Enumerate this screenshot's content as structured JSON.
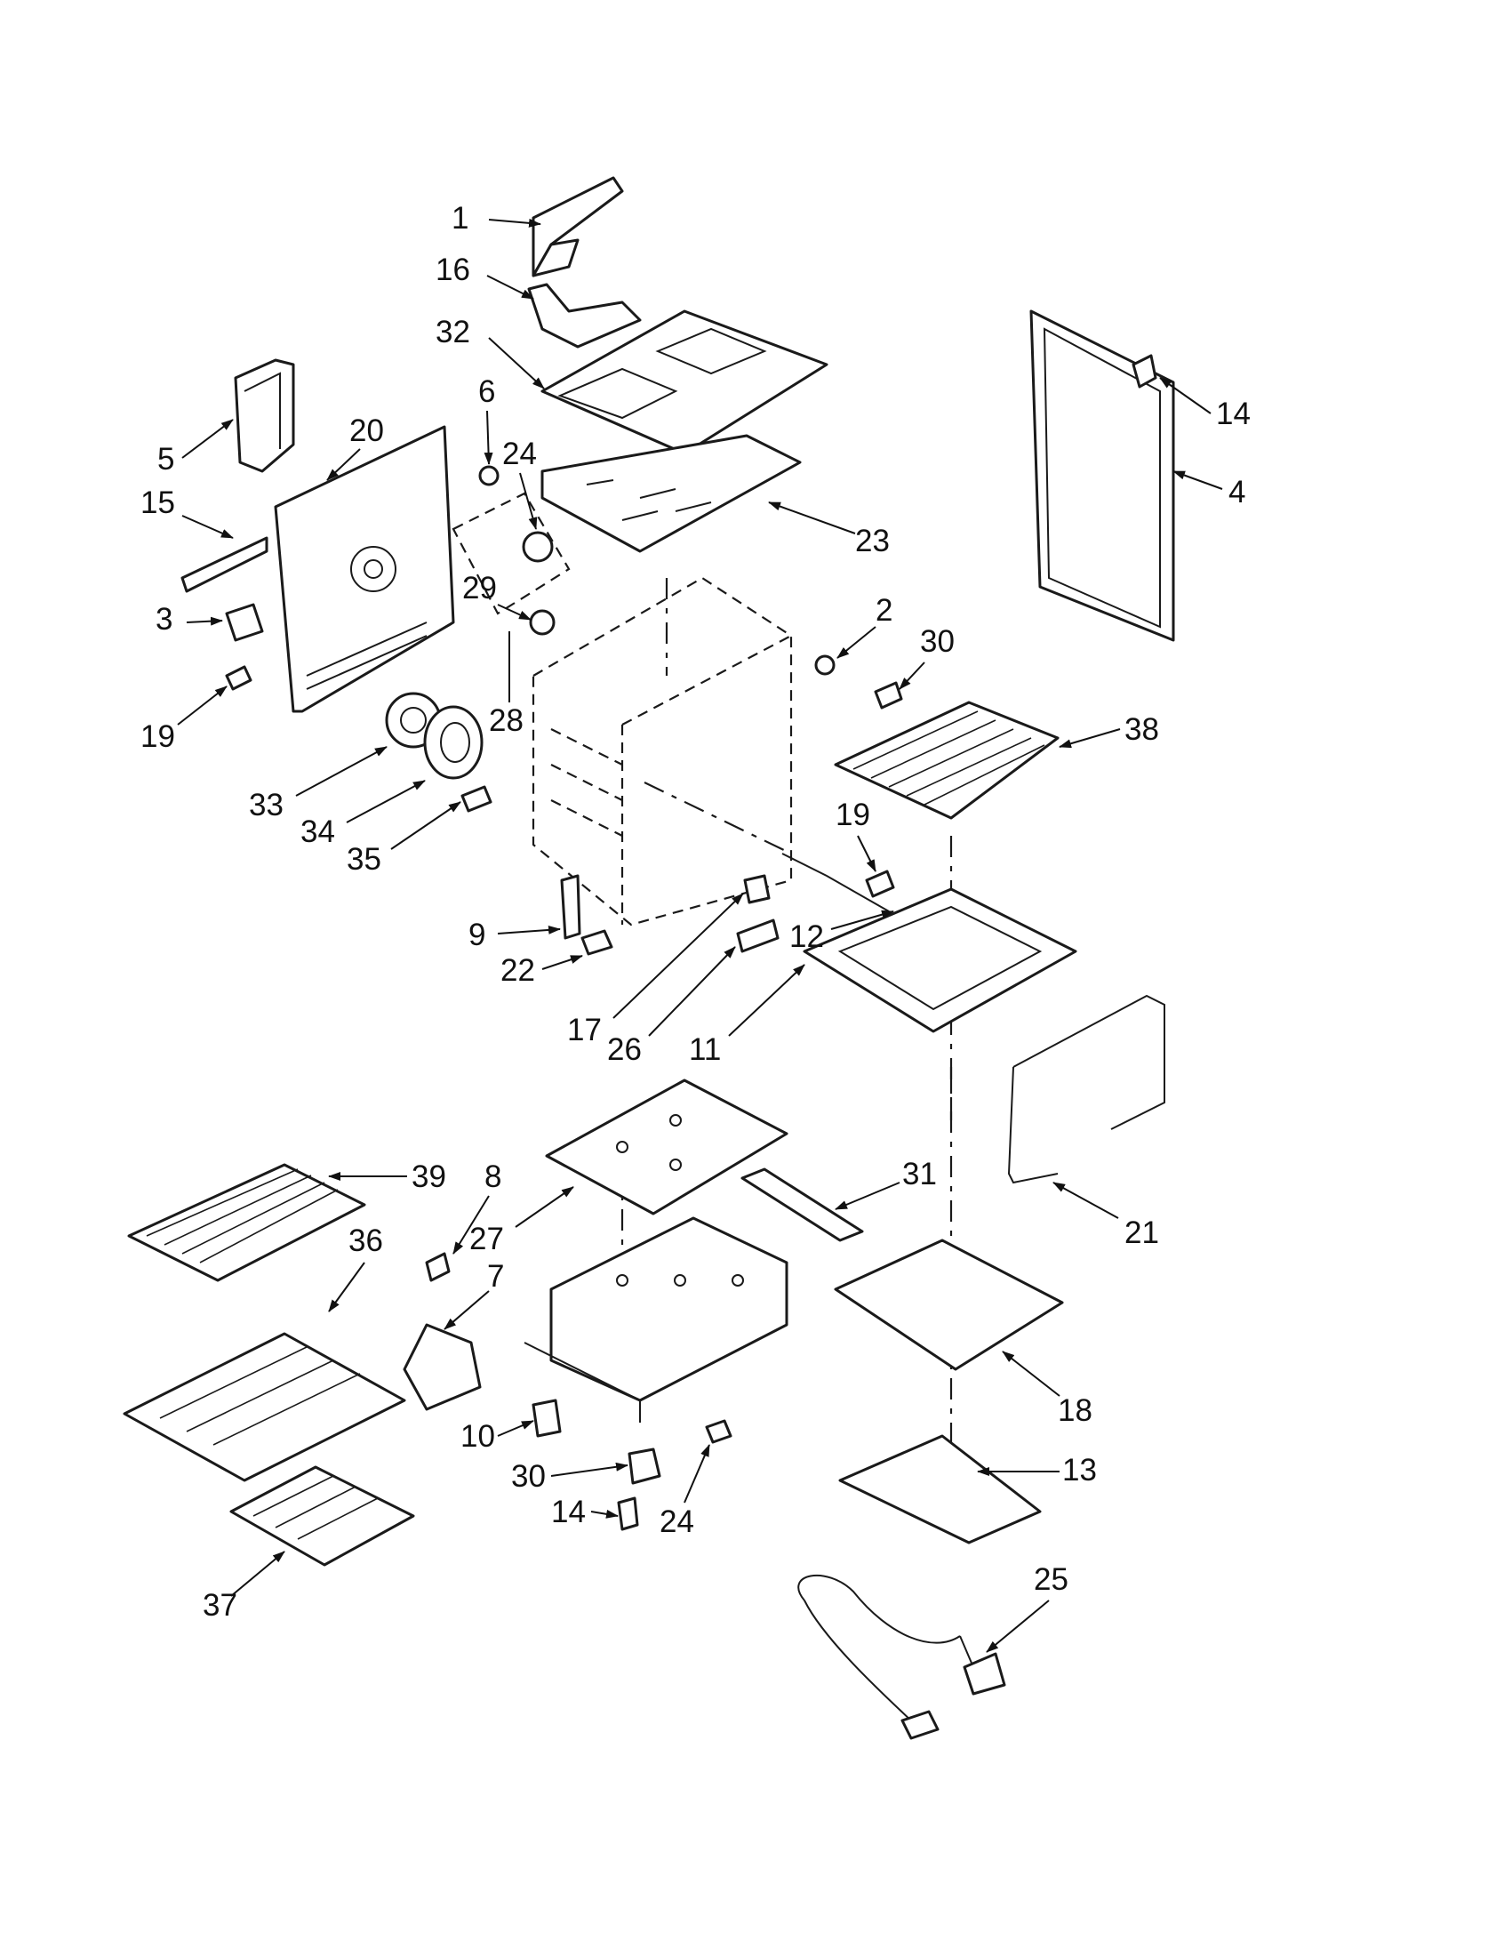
{
  "labels": [
    "1",
    "16",
    "32",
    "6",
    "24",
    "5",
    "20",
    "15",
    "3",
    "29",
    "19",
    "28",
    "33",
    "34",
    "35",
    "9",
    "22",
    "17",
    "26",
    "11",
    "12",
    "2",
    "30",
    "38",
    "19",
    "14",
    "4",
    "23",
    "21",
    "39",
    "8",
    "27",
    "36",
    "7",
    "10",
    "30",
    "14",
    "24",
    "31",
    "18",
    "13",
    "25",
    "37"
  ],
  "styles": {
    "ink": "#111111",
    "background": "#ffffff"
  }
}
